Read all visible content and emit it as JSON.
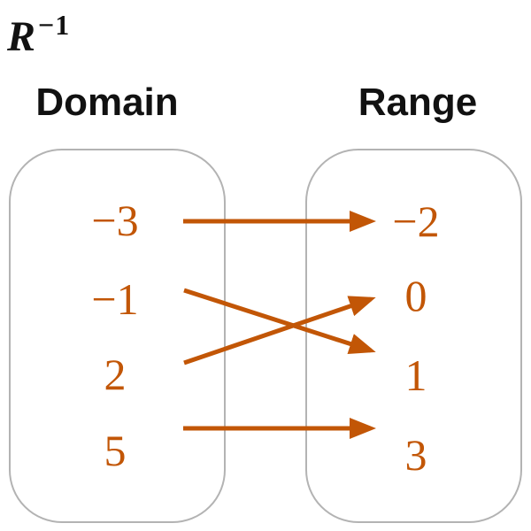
{
  "title": {
    "base": "R",
    "exponent": "−1"
  },
  "diagram": {
    "left_label": "Domain",
    "right_label": "Range",
    "domain_values": [
      "−3",
      "−1",
      "2",
      "5"
    ],
    "range_values": [
      "−2",
      "0",
      "1",
      "3"
    ],
    "mappings": [
      {
        "from": "−3",
        "to": "−2"
      },
      {
        "from": "−1",
        "to": "1"
      },
      {
        "from": "2",
        "to": "0"
      },
      {
        "from": "5",
        "to": "3"
      }
    ],
    "colors": {
      "accent": "#C25606",
      "box_border": "#B3B3B3",
      "text": "#111111"
    }
  }
}
